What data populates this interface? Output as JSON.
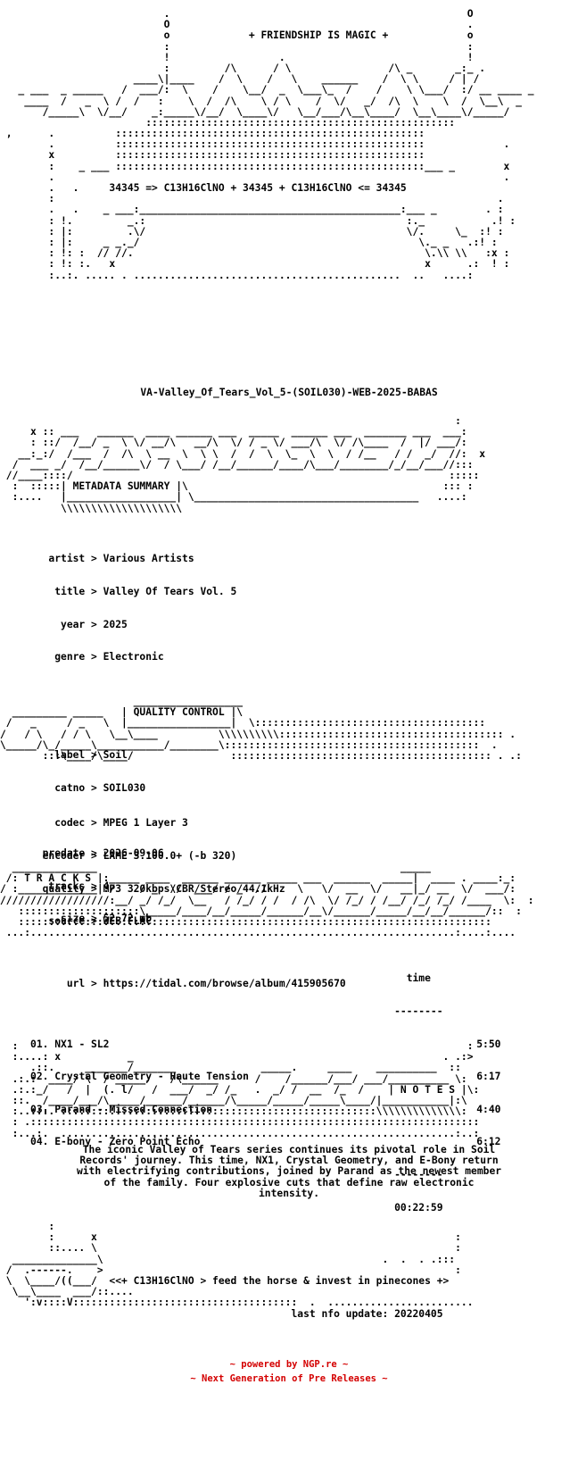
{
  "header_art": "                           .                                                 O\n                           O                                                 .\n                           o             + FRIENDSHIP IS MAGIC +             o\n                           :                                                 :\n                           !                  .                              !\n                           :         /\\      / \\                /\\ _       _:_ .\n                      ____\\|____    /  \\    /   \\    ______    /  \\ \\     / | /\n   _ ___  _ _____   /  ___/:  \\    /    \\__/  _  \\___\\_  /    /    \\ \\___/  :/ __ ____ _\n    ____  /   _  \\ /  /   :    \\  /  /\\    \\ / \\    /  \\/   _/  /\\  \\    \\  /  \\__\\  _\n       /_____\\  \\/__/    _:_____\\/__/  \\____\\/   \\__/___/\\__\\____/  \\__\\____\\/_____/\n                        :::::::::::::::::::::::::::::::::::::::::::::::::::",
  "formula_art": " ,      .          :::::::::::::::::::::::::::::::::::::::::::::::::::\n        .          :::::::::::::::::::::::::::::::::::::::::::::::::::             .\n        x          :::::::::::::::::::::::::::::::::::::::::::::::::::\n        :    _ ___ :::::::::::::::::::::::::::::::::::::::::::::::::::___ _        x\n        .                                                                          .\n        .   .     34345 => C13H16ClNO + 34345 + C13H16ClNO <= 34345\n        :                                                                         .\n        .   .    _ ___:___________________________________________:___ _        . :\n        : !.         _.:                                           :._           .! :\n        : |:         .\\/                                           \\/.     \\_  :! :\n        : |:     _ _._/                                              \\._ _   .:! :\n        : !: :  // //.                                                \\.\\\\ \\\\   :x :\n        : !: :.   x                                                   x      .:  ! :\n        :..:. ..... . ............................................  ..   ....:",
  "release_name": "VA-Valley_Of_Tears_Vol_5-(SOIL030)-WEB-2025-BABAS",
  "metadata_art": "                                                                           :\n     x :: ___   ______  ____ ______ ___  _____  ______ ___  _______ ___  ___:\n     : ::/  /__/ _  \\ \\/ __/\\   __/\\  \\/ / _ \\/ ___/\\  \\/ /\\____  /  |/ ___/:\n   __:_:/  /___  /  /\\  \\ __  \\  \\ \\  /  /  \\  \\_  \\  \\  / /__   / /  _/  //:  x\n  /  ___ _/  /__/______\\/  / \\___/ /__/______/____/\\___/________/_/__/___//:::\n //____::::/                                                              :::::\n  :  :::::| METADATA SUMMARY |\\                                          ::: :\n  :....   |__________________| \\_____________________________________   ....:\n          \\\\\\\\\\\\\\\\\\\\\\\\\\\\\\\\\\\\\\\\",
  "metadata": {
    "artist": "Various Artists",
    "title": "Valley Of Tears Vol. 5",
    "year": "2025",
    "genre": "Electronic",
    "label": "Soil",
    "catno": "SOIL030",
    "predate": "2026-09-06",
    "tracks": "4",
    "size": "52.72 mb",
    "url": "https://tidal.com/browse/album/415905670"
  },
  "quality_art": "                      __________________\n  _________ _____   | QUALITY CONTROL |\\\n /   _     / _   \\  |_________________|  \\::::::::::::::::::::::::::::::::::::::\n/   / \\   / / \\   \\__\\____          \\\\\\\\\\\\\\\\\\\\::::::::::::::::::::::::::::::::::::: .\n\\_____/\\_/_____\\___________/________\\::::::::::::::::::::::::::::::::::::::::::  .\n       :::\\____/\\____/                ::::::::::::::::::::::::::::::::::::::::::: . .:",
  "quality": {
    "codec": "MPEG 1 Layer 3",
    "encoder": "LAME 3.100.0+ (-b 320)",
    "quality": "MP3 320kbps/CBR/Stereo/44.1kHz",
    "source": "WEB FLAC"
  },
  "tracks_art": "  ______________                                                  _____\n /: T R A C K S |:_____ ____  ______ ______ _____ ___  ______  _____|  ____ . ____:_:\n/ :_____________|:/    / _  \\/  ___/ / _  //     \\   \\/  __  \\/   __|_/ __  \\/  ___/:\n//////////////////:__/ _/ /_/  \\__   / /_/ / /  / /\\  \\/ /_/ / /__/ /_/ /_/ /____  \\:  :\n   ::::::::::::::::::::\\_____/____/__/_____/______/__\\/______/_____/__/__/______/::  :\n   ::::::::::::::::::::::::::::::::::::::::::::::::::::::::::::::::::::::::::::::\n ...:......................................................................:....:....",
  "tracks_header": "time",
  "tracks": [
    {
      "num": "01.",
      "name": "NX1 - SL2",
      "time": "5:50"
    },
    {
      "num": "02.",
      "name": "Crystal Geometry - Haute Tension",
      "time": "6:17"
    },
    {
      "num": "03.",
      "name": "Parand - Missed Connection",
      "time": "4:40"
    },
    {
      "num": "04.",
      "name": "E-bony - Zero Point Echo",
      "time": "6:12"
    }
  ],
  "tracks_total": "00:22:59",
  "notes_art": "  :                                                                          :\n  :....: x           _                                                   . .:>\n     .::.     _______/_______              _____.     ____    __________  ::\n  .:.:  ____/ \\  / _____/   /\\______      /    /______/___/ ___/__________ \\:\n  .:.:_/   /  |  (. l/   /  ___/  _/ /_   .  _/ /  __  /_  /    | N O T E S |\\:\n  ::.  /____/___/\\_____/______/______/\\_____/_____/_____\\____/|___________|:\\\n  :..:::. ::::::::::::::::::::::::::::::::::::::::::::::::::::\\\\\\\\\\\\\\\\\\\\\\\\\\\\:\n  : .::::::::::::::::::::::::::::::::::::::::::::::::::::::::::::::::::::::::::\n  :...:.  .................................................................:..:",
  "notes": "The iconic Valley of Tears series continues its pivotal role in Soil\nRecords' journey. This time, NX1, Crystal Geometry, and E-Bony return\nwith electrifying contributions, joined by Parand as the newest member\nof the family. Four explosive cuts that define raw electronic\nintensity.",
  "footer_art": "        :\n        :      x                                                           :\n        ::.... \\                                                           :\n  ______________\\                                              .  .  . .:::\n /  .------.    >                                                          :\n \\  \\____/((___/  <<+ C13H16ClNO > feed the horse & invest in pinecones +>\n  \\__\\____  ___/::....\n    ':v::::V:::::::::::::::::::::::::::::::::::::  .  ........................",
  "tagline": "<<+ C13H16ClNO > feed the horse & invest in pinecones +>",
  "last_update": "last nfo update: 20220405",
  "powered_by": "~ powered by NGP.re ~",
  "next_gen": "~ Next Generation of Pre Releases ~"
}
